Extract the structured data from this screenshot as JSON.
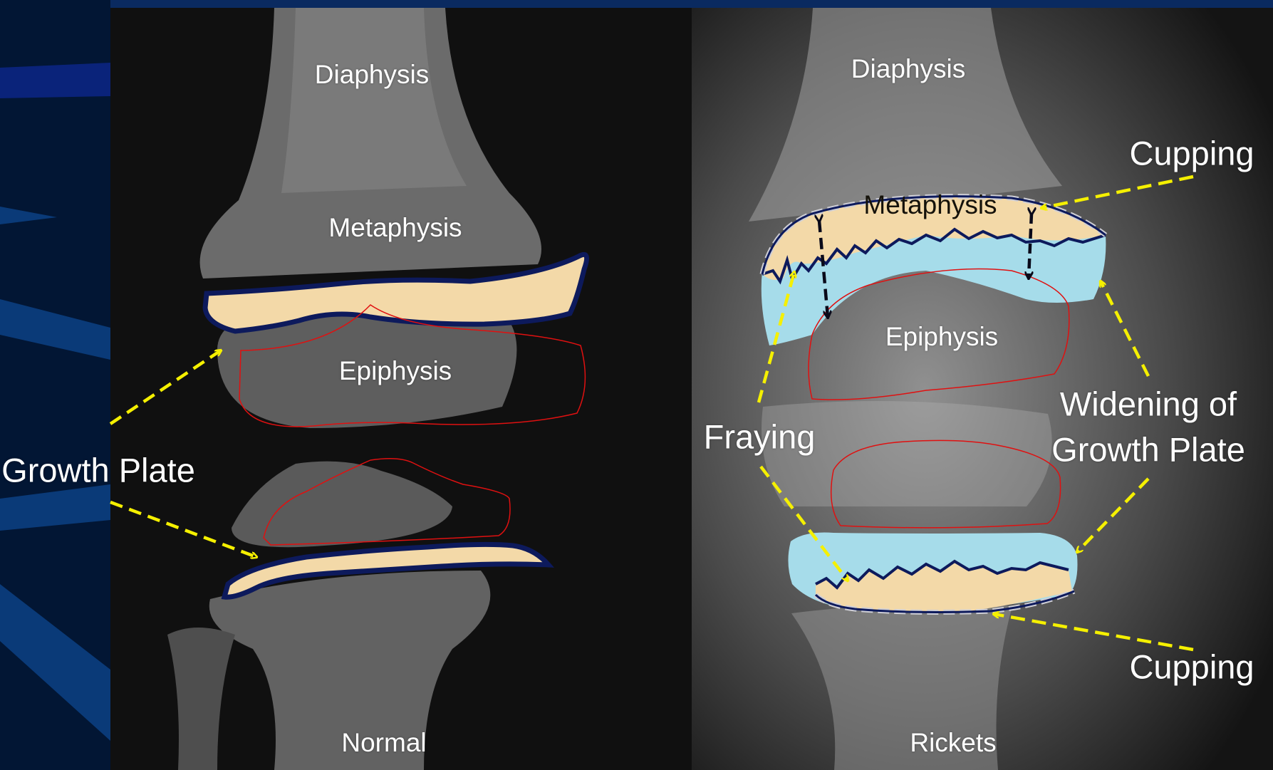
{
  "left_panel": {
    "diaphysis": "Diaphysis",
    "metaphysis": "Metaphysis",
    "epiphysis": "Epiphysis",
    "caption": "Normal"
  },
  "right_panel": {
    "diaphysis": "Diaphysis",
    "metaphysis": "Metaphysis",
    "epiphysis": "Epiphysis",
    "caption": "Rickets"
  },
  "annotations": {
    "growth_plate": "Growth Plate",
    "cupping_top": "Cupping",
    "cupping_bottom": "Cupping",
    "fraying": "Fraying",
    "widening_line1": "Widening of",
    "widening_line2": "Growth Plate"
  },
  "colors": {
    "background": "#021634",
    "stripe": "#0a3a78",
    "growth_plate_fill": "#f3d9a8",
    "growth_plate_outline": "#0d1a5c",
    "epiphysis_outline": "#e01010",
    "widened_zone": "#a6dcea",
    "arrow": "#f5f000"
  }
}
